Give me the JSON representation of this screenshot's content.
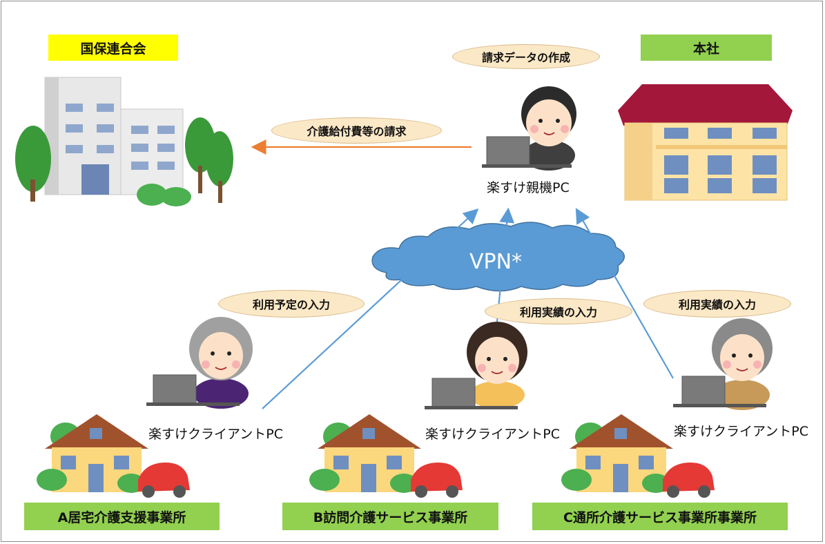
{
  "org_labels": {
    "kokuho": "国保連合会",
    "honsha": "本社"
  },
  "ovals": {
    "create_data": "請求データの作成",
    "claim": "介護給付費等の請求",
    "input_plan": "利用予定の入力",
    "input_actual_b": "利用実績の入力",
    "input_actual_c": "利用実績の入力"
  },
  "pcs": {
    "parent": "楽すけ親機PC",
    "client_a": "楽すけクライアントPC",
    "client_b": "楽すけクライアントPC",
    "client_c": "楽すけクライアントPC"
  },
  "vpn": "VPN*",
  "offices": {
    "a": "A居宅介護支援事業所",
    "b": "B訪問介護サービス事業所",
    "c": "C通所介護サービス事業所事業所"
  },
  "colors": {
    "claim_arrow": "#ed7d31",
    "vpn_arrow": "#5b9bd5",
    "cloud": "#5b9bd5"
  }
}
